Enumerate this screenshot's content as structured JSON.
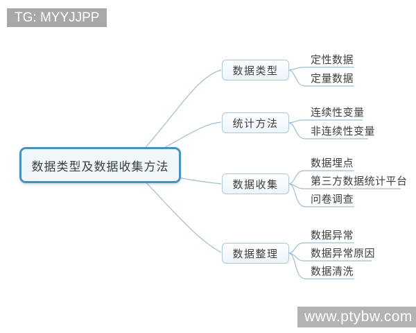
{
  "watermarks": {
    "tg_badge": "TG: MYYJJPP",
    "site": "www.ptybw.com"
  },
  "mindmap": {
    "root": "数据类型及数据收集方法",
    "branches": [
      {
        "label": "数据类型",
        "children": [
          "定性数据",
          "定量数据"
        ]
      },
      {
        "label": "统计方法",
        "children": [
          "连续性变量",
          "非连续性变量"
        ]
      },
      {
        "label": "数据收集",
        "children": [
          "数据埋点",
          "第三方数据统计平台",
          "问卷调查"
        ]
      },
      {
        "label": "数据整理",
        "children": [
          "数据异常",
          "数据异常原因",
          "数据清洗"
        ]
      }
    ]
  },
  "colors": {
    "root_border": "#4a90ba",
    "root_fill": "#f0f7fb",
    "node_border": "#aac8da",
    "line": "#9fbccf",
    "text": "#3e3e3e",
    "badge_bg": "#a8a8a8",
    "watermark_bg": "#b3b3b3"
  }
}
